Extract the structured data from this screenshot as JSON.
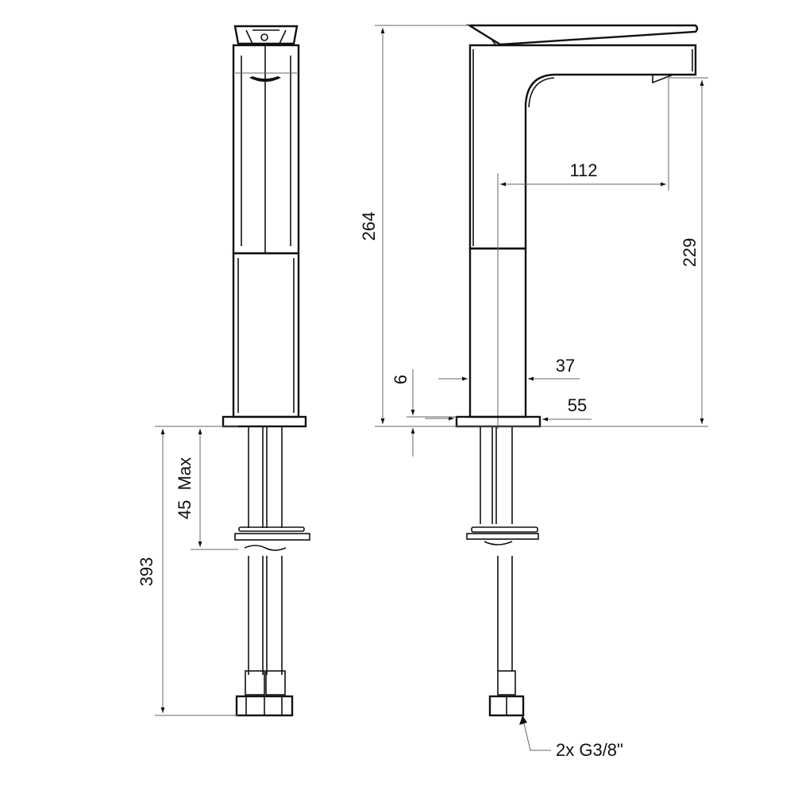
{
  "drawing": {
    "title": "Tall basin mixer technical drawing",
    "views": [
      "front-elevation",
      "side-elevation"
    ],
    "line_color": "#111111",
    "dim_line_color": "#666666"
  },
  "dimensions": {
    "total_height": "264",
    "spout_height": "229",
    "spout_reach": "112",
    "body_diameter": "37",
    "base_diameter": "55",
    "base_thickness": "6",
    "tail_length": "393",
    "max_deck_thickness": "45  Max",
    "connection": "2x G3/8\""
  }
}
